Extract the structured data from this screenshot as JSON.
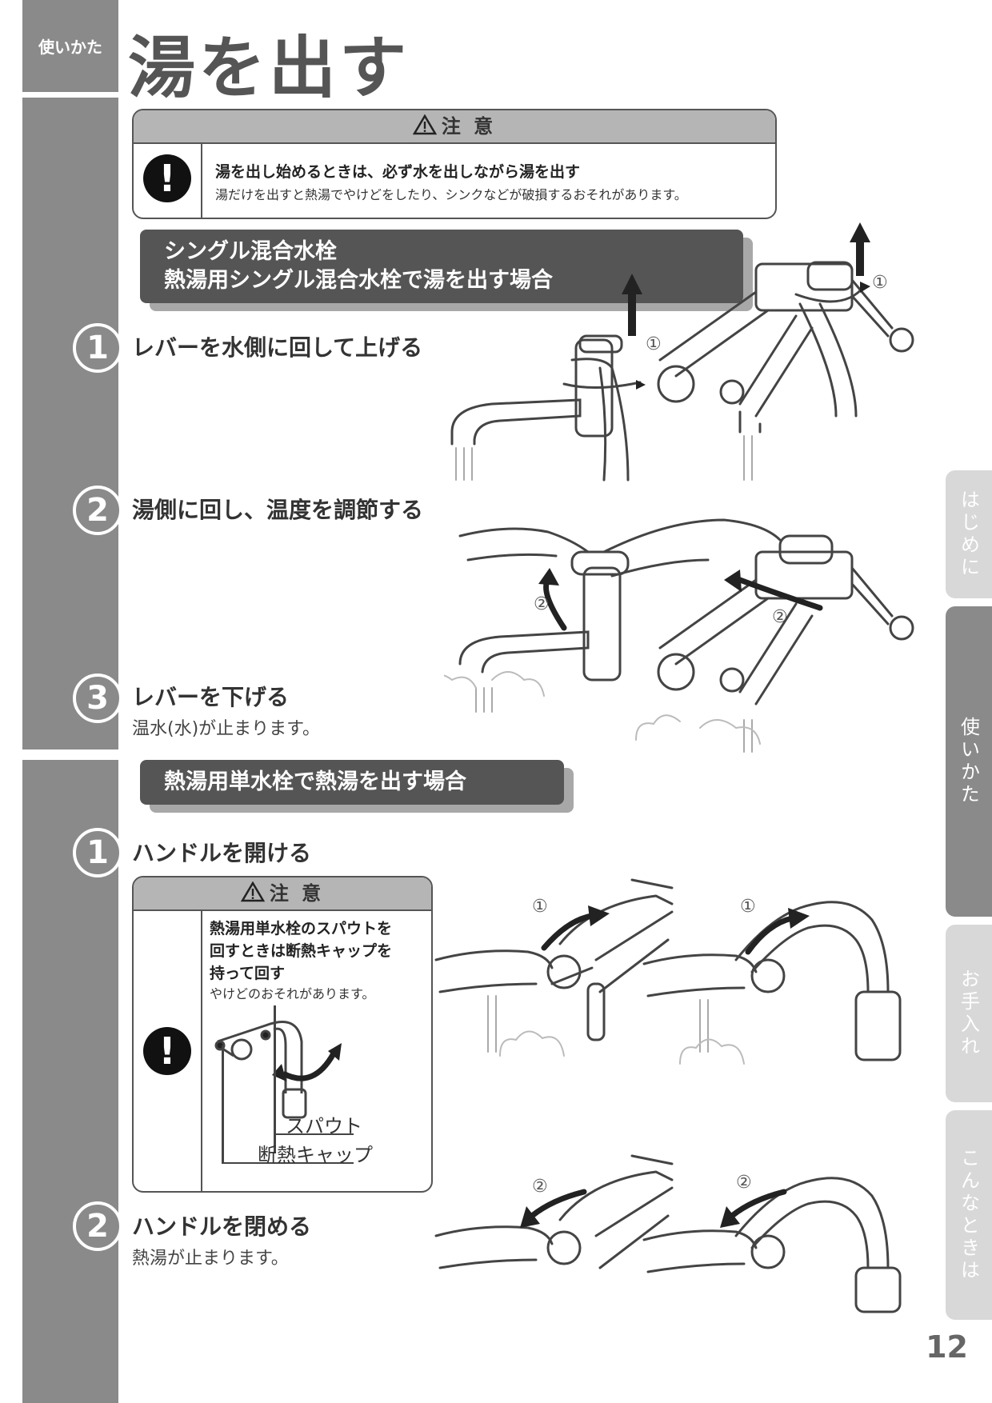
{
  "header": {
    "tag": "使いかた",
    "title": "湯を出す"
  },
  "caution_top": {
    "heading": "注 意",
    "main": "湯を出し始めるときは、必ず水を出しながら湯を出す",
    "sub": "湯だけを出すと熱湯でやけどをしたり、シンクなどが破損するおそれがあります。"
  },
  "section1": {
    "banner_line1": "シングル混合水栓",
    "banner_line2": "熱湯用シングル混合水栓で湯を出す場合",
    "steps": [
      {
        "num": "1",
        "title": "レバーを水側に回して上げる",
        "note": ""
      },
      {
        "num": "2",
        "title": "湯側に回し、温度を調節する",
        "note": ""
      },
      {
        "num": "3",
        "title": "レバーを下げる",
        "note": "温水(水)が止まります。"
      }
    ],
    "markers": [
      "①",
      "①",
      "②",
      "②"
    ]
  },
  "section2": {
    "banner": "熱湯用単水栓で熱湯を出す場合",
    "steps": [
      {
        "num": "1",
        "title": "ハンドルを開ける",
        "note": ""
      },
      {
        "num": "2",
        "title": "ハンドルを閉める",
        "note": "熱湯が止まります。"
      }
    ],
    "caution": {
      "heading": "注 意",
      "line1": "熱湯用単水栓のスパウトを",
      "line2": "回すときは断熱キャップを",
      "line3": "持って回す",
      "sub": "やけどのおそれがあります。",
      "label_spout": "スパウト",
      "label_cap": "断熱キャップ"
    },
    "markers": [
      "①",
      "①",
      "②",
      "②"
    ]
  },
  "tabs": [
    {
      "label": "はじめに",
      "active": false
    },
    {
      "label": "使いかた",
      "active": true
    },
    {
      "label": "お手入れ",
      "active": false
    },
    {
      "label": "こんなときは",
      "active": false
    }
  ],
  "page_number": "12",
  "icons": {
    "warning": "warning-triangle-icon",
    "prohibit": "exclamation-icon"
  }
}
